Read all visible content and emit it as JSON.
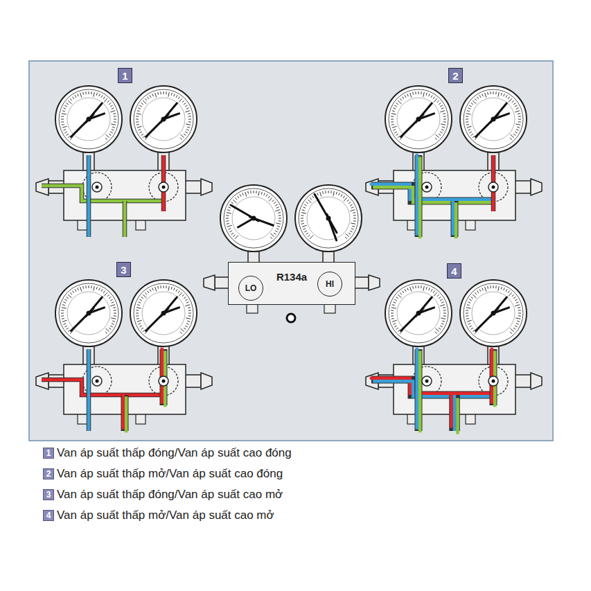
{
  "diagram": {
    "nodes": [
      {
        "text": [
          "1"
        ]
      },
      {
        "text": [
          "2"
        ]
      },
      {
        "text": [
          "R134a"
        ]
      },
      {
        "text": [
          "LO"
        ],
        "in": 2
      },
      {
        "text": [
          "HI"
        ],
        "in": 2
      },
      {
        "text": [
          "3"
        ]
      },
      {
        "text": [
          "4"
        ]
      }
    ],
    "labels": [
      "1",
      "2",
      "3",
      "4"
    ],
    "legend": [
      {
        "text": "Van áp suất thấp đóng/Van áp suất cao đóng"
      },
      {
        "text": "Van áp suất thấp mở/Van áp suất cao đóng"
      },
      {
        "text": "Van áp suất thấp đóng/Van áp suất cao mở"
      },
      {
        "text": "Van áp suất thấp mở/Van áp suất cao mở"
      }
    ]
  }
}
